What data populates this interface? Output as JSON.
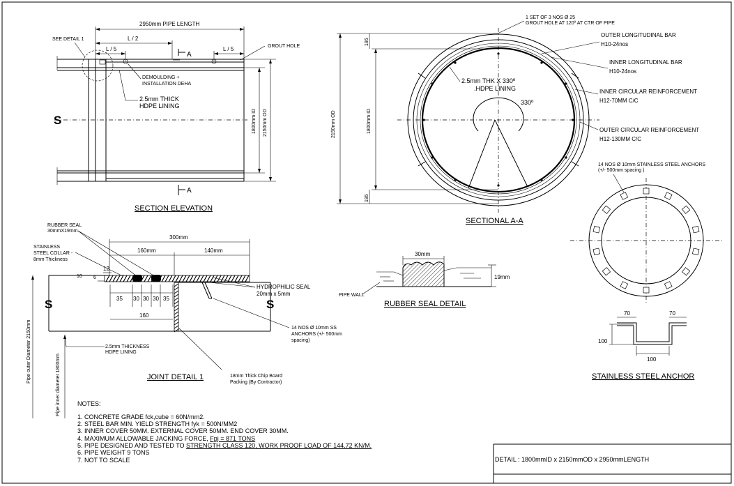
{
  "section_elevation": {
    "title": "SECTION ELEVATION",
    "pipe_length": "2950mm PIPE LENGTH",
    "see_detail": "SEE DETAIL 1",
    "half": "L / 2",
    "fifth_left": "L / 5",
    "fifth_right": "L / 5",
    "grout_hole": "GROUT HOLE",
    "demoulding_1": "DEMOULDING +",
    "demoulding_2": "INSTALLATION DEHA",
    "lining_1": "2.5mm THICK",
    "lining_2": "HDPE LINING",
    "id_dim": "1800mm ID",
    "od_dim": "2150mm OD",
    "section_a_top": "A",
    "section_a_bottom": "A",
    "s_mark": "S"
  },
  "sectional_aa": {
    "title": "SECTIONAL A-A",
    "grout_1": "1 SET OF 3 NOS Ø 25",
    "grout_2": "GROUT HOLE AT 120º AT CTR OF PIPE",
    "outer_long_1": "OUTER LONGITUDINAL BAR",
    "outer_long_2": "H10-24nos",
    "inner_long_1": "INNER LONGITUDINAL BAR",
    "inner_long_2": "H10-24nos",
    "inner_circ_1": "INNER CIRCULAR REINFORCEMENT",
    "inner_circ_2": "H12-70MM C/C",
    "outer_circ_1": "OUTER CIRCULAR REINFORCEMENT",
    "outer_circ_2": "H12-130MM C/C",
    "lining_1": "2.5mm THK X 330º",
    "lining_2": ".HDPE LINING",
    "angle": "330º",
    "od_dim": "2150mm OD",
    "id_dim": "1800mm ID",
    "cover_top": "195",
    "cover_bottom": "195"
  },
  "anchor_ring": {
    "label_1": "14 NOS  Ø 10mm STAINLESS STEEL ANCHORS",
    "label_2": "(+/- 500mm spacing )"
  },
  "stainless_anchor": {
    "title": "STAINLESS  STEEL  ANCHOR",
    "dim_left": "70",
    "dim_right": "70",
    "dim_height": "100",
    "dim_bottom": "100"
  },
  "joint_detail": {
    "title": "JOINT DETAIL 1",
    "rubber_seal_1": "RUBBER SEAL",
    "rubber_seal_2": "30mmX19mm",
    "collar_1": "STAINLESS",
    "collar_2": "STEEL COLLAR -",
    "collar_3": "8mm Thickness",
    "overall": "300mm",
    "left_span": "160mm",
    "right_span": "140mm",
    "d12": "12",
    "d10": "10",
    "d6": "6",
    "d35a": "35",
    "d30a": "30",
    "d30b": "30",
    "d30c": "30",
    "d35b": "35",
    "d160": "160",
    "hydro_1": "HYDROPHILIC SEAL",
    "hydro_2": "20mm x 5mm",
    "anchors_1": "14 NOS  Ø 10mm SS",
    "anchors_2": "ANCHORS (+/- 500mm",
    "anchors_3": "spacing)",
    "lining_1": "2.5mm THICKNESS",
    "lining_2": "HDPE LINING",
    "chip_1": "18mm Thick Chip Board",
    "chip_2": "Packing (By Contractor)",
    "outer_diam": "Pipe outer Diameter 2150mm",
    "inner_diam": "Pipe inner diameter 1800mm",
    "s_mark": "S"
  },
  "rubber_seal_detail": {
    "title": "RUBBER SEAL DETAIL",
    "width": "30mm",
    "height": "19mm",
    "pipe_wall": "PIPE WALL"
  },
  "notes": {
    "heading": "NOTES:",
    "n1": "1.  CONCRETE GRADE fck,cube = 60N/mm2.",
    "n2": "2.  STEEL BAR MIN. YIELD STRENGTH fyk = 500N/MM2",
    "n3": "3.  INNER COVER 50MM. EXTERNAL COVER 50MM. END COVER 30MM.",
    "n4a": "4.  MAXIMUM ALLOWABLE JACKING FORCE, ",
    "n4b": "Fpj = 871 TONS",
    "n5a": "5.  PIPE DESIGNED AND TESTED TO ",
    "n5b": "STRENGTH CLASS 120, WORK PROOF LOAD  OF 144.72 KN/M.",
    "n6": "6.  PIPE WEIGHT 9 TONS",
    "n7": "7.  NOT TO SCALE"
  },
  "title_block": {
    "detail": "DETAIL :    1800mmID x 2150mmOD x 2950mmLENGTH"
  }
}
